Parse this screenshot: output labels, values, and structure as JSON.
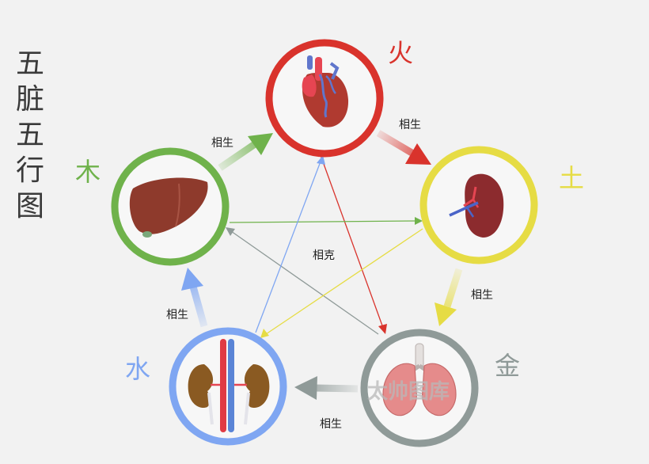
{
  "title_chars": [
    "五",
    "脏",
    "五",
    "行",
    "图"
  ],
  "elements": {
    "fire": {
      "label": "火",
      "organ": "heart",
      "color": "#d9332c"
    },
    "earth": {
      "label": "土",
      "organ": "spleen",
      "color": "#e6dc44"
    },
    "metal": {
      "label": "金",
      "organ": "lungs",
      "color": "#8f9a98"
    },
    "water": {
      "label": "水",
      "organ": "kidney",
      "color": "#7fa6f2"
    },
    "wood": {
      "label": "木",
      "organ": "liver",
      "color": "#6fb24b"
    }
  },
  "relations": {
    "generate": [
      "相生",
      "相生",
      "相生",
      "相生",
      "相生"
    ],
    "restrain": "相克"
  },
  "watermark": "太帅图库"
}
